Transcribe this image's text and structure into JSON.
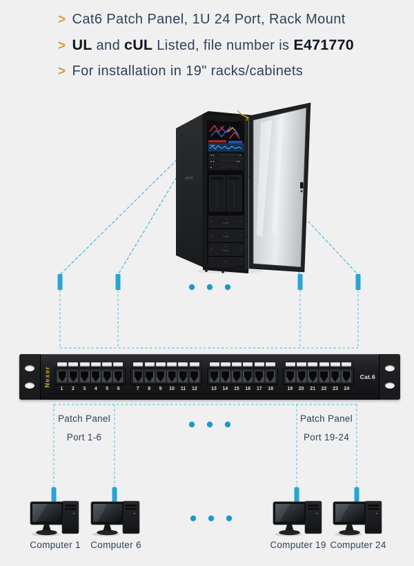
{
  "colors": {
    "accent": "#2aa4d2",
    "dash": "#7ecbe5",
    "diagonal": "#53b5d9",
    "dot": "#1f98c9",
    "navy": "#2f4058",
    "navy_bold": "#10161f",
    "gold": "#d99d3a",
    "panel_gold": "#c8a23c",
    "bg": "#f0f0f1"
  },
  "headline": {
    "line1": {
      "bullet": ">",
      "text": "Cat6 Patch Panel, 1U 24 Port, Rack Mount"
    },
    "line2": {
      "bullet": ">",
      "ul": "UL",
      "and": " and ",
      "cul": "cUL",
      "listed": " Listed, file number is ",
      "file": "E471770"
    },
    "line3": {
      "bullet": ">",
      "text": "For installation in 19\" racks/cabinets"
    }
  },
  "panel": {
    "brand": "Nexer",
    "category": "Cat.6",
    "port_groups": [
      [
        1,
        2,
        3,
        4,
        5,
        6
      ],
      [
        7,
        8,
        9,
        10,
        11,
        12
      ],
      [
        13,
        14,
        15,
        16,
        17,
        18
      ],
      [
        19,
        20,
        21,
        22,
        23,
        24
      ]
    ]
  },
  "panel_labels": [
    {
      "line1": "Patch Panel",
      "line2": "Port 1-6"
    },
    {
      "line1": "Patch Panel",
      "line2": "Port 19-24"
    }
  ],
  "computers": [
    {
      "label": "Computer 1"
    },
    {
      "label": "Computer 6"
    },
    {
      "label": "Computer 19"
    },
    {
      "label": "Computer 24"
    }
  ]
}
